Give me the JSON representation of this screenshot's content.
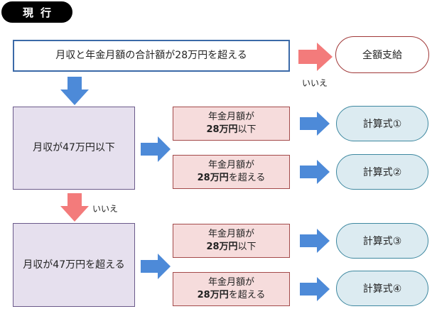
{
  "badge": "現行",
  "top_condition": "月収と年金月額の合計額が28万円を超える",
  "no_label_top": "いいえ",
  "full_payment": "全額支給",
  "income_low": "月収が47万円以下",
  "income_high": "月収が47万円を超える",
  "no_label_mid": "いいえ",
  "pension_rows": [
    {
      "line1": "年金月額が",
      "line2_bold": "28万円",
      "line2_rest": "以下"
    },
    {
      "line1": "年金月額が",
      "line2_bold": "28万円",
      "line2_rest": "を超える"
    },
    {
      "line1": "年金月額が",
      "line2_bold": "28万円",
      "line2_rest": "以下"
    },
    {
      "line1": "年金月額が",
      "line2_bold": "28万円",
      "line2_rest": "を超える"
    }
  ],
  "formulas": [
    "計算式①",
    "計算式②",
    "計算式③",
    "計算式④"
  ],
  "colors": {
    "blue_arrow": "#4d8ad8",
    "pink_arrow": "#f37b7b"
  }
}
